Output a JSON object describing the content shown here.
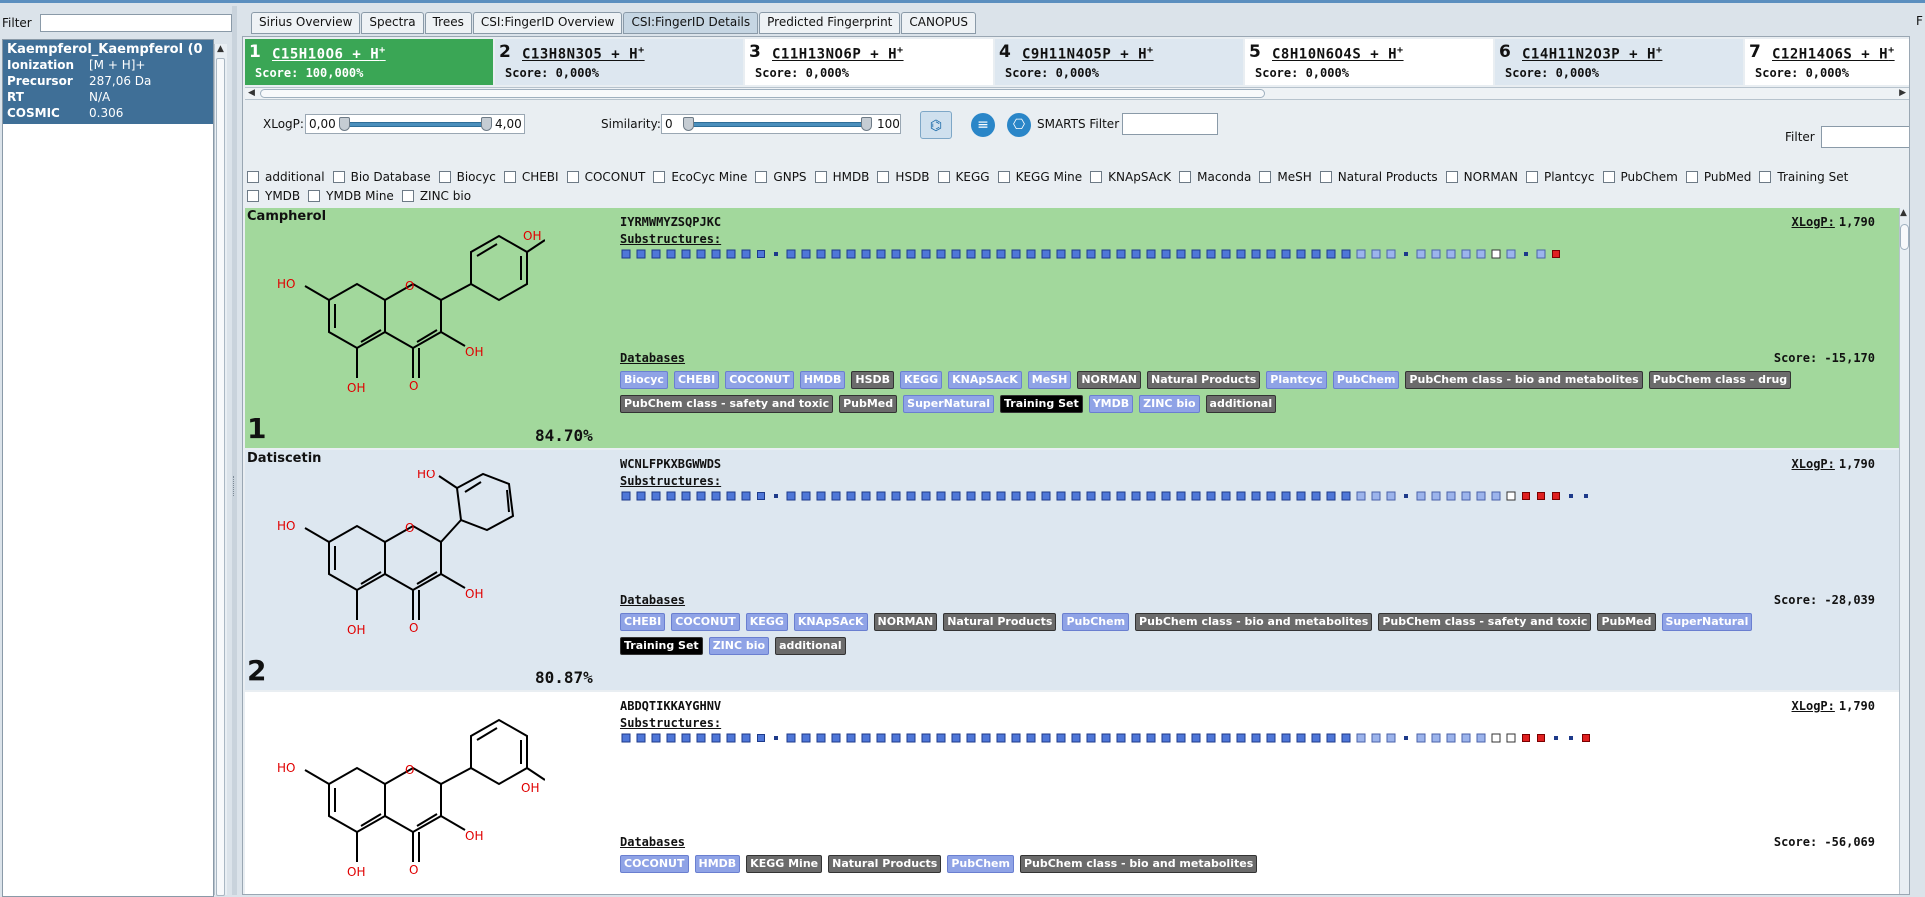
{
  "left": {
    "filter_label": "Filter",
    "filter_value": "",
    "experiment": {
      "title": "Kaempferol_Kaempferol (0",
      "rows": [
        {
          "k": "Ionization",
          "v": "[M + H]+"
        },
        {
          "k": "Precursor",
          "v": "287,06 Da"
        },
        {
          "k": "RT",
          "v": "N/A"
        },
        {
          "k": "COSMIC",
          "v": "0.306"
        }
      ]
    }
  },
  "tabs": [
    "Sirius Overview",
    "Spectra",
    "Trees",
    "CSI:FingerID Overview",
    "CSI:FingerID Details",
    "Predicted Fingerprint",
    "CANOPUS"
  ],
  "active_tab": 4,
  "right_cut": "F",
  "candidates_strip": [
    {
      "rank": "1",
      "formula": "C15H10O6 + H",
      "charge": "+",
      "score": "Score: 100,000%"
    },
    {
      "rank": "2",
      "formula": "C13H8N3O5 + H",
      "charge": "+",
      "score": "Score: 0,000%"
    },
    {
      "rank": "3",
      "formula": "C11H13NO6P + H",
      "charge": "+",
      "score": "Score: 0,000%"
    },
    {
      "rank": "4",
      "formula": "C9H11N4O5P + H",
      "charge": "+",
      "score": "Score: 0,000%"
    },
    {
      "rank": "5",
      "formula": "C8H10N6O4S + H",
      "charge": "+",
      "score": "Score: 0,000%"
    },
    {
      "rank": "6",
      "formula": "C14H11N2O3P + H",
      "charge": "+",
      "score": "Score: 0,000%"
    },
    {
      "rank": "7",
      "formula": "C12H14O6S + H",
      "charge": "+",
      "score": "Score: 0,000%"
    }
  ],
  "toolbar": {
    "xlogp_label": "XLogP:",
    "xlogp_min": "0,00",
    "xlogp_max": "4,00",
    "similarity_label": "Similarity:",
    "sim_min": "0",
    "sim_max": "100",
    "smarts_label": "SMARTS Filter",
    "smarts_value": "",
    "filter_label": "Filter",
    "filter_value": ""
  },
  "databases": [
    "additional",
    "Bio Database",
    "Biocyc",
    "CHEBI",
    "COCONUT",
    "EcoCyc Mine",
    "GNPS",
    "HMDB",
    "HSDB",
    "KEGG",
    "KEGG Mine",
    "KNApSAcK",
    "Maconda",
    "MeSH",
    "Natural Products",
    "NORMAN",
    "Plantcyc",
    "PubChem",
    "PubMed",
    "Training Set",
    "YMDB",
    "YMDB Mine",
    "ZINC bio"
  ],
  "results": [
    {
      "name": "Campherol",
      "rank": "1",
      "similarity": "84.70%",
      "inchikey": "IYRMWMYZSQPJKC",
      "substructures_label": "Substructures:",
      "databases_label": "Databases",
      "xlogp_label": "XLogP:",
      "xlogp": "1,790",
      "score": "Score: -15,170",
      "tags": [
        {
          "t": "Biocyc",
          "c": "b"
        },
        {
          "t": "CHEBI",
          "c": "b"
        },
        {
          "t": "COCONUT",
          "c": "b"
        },
        {
          "t": "HMDB",
          "c": "b"
        },
        {
          "t": "HSDB",
          "c": "g"
        },
        {
          "t": "KEGG",
          "c": "b"
        },
        {
          "t": "KNApSAcK",
          "c": "b"
        },
        {
          "t": "MeSH",
          "c": "b"
        },
        {
          "t": "NORMAN",
          "c": "g"
        },
        {
          "t": "Natural Products",
          "c": "g"
        },
        {
          "t": "Plantcyc",
          "c": "b"
        },
        {
          "t": "PubChem",
          "c": "b"
        },
        {
          "t": "PubChem class - bio and metabolites",
          "c": "g"
        },
        {
          "t": "PubChem class - drug",
          "c": "g"
        },
        {
          "t": "PubChem class - safety and toxic",
          "c": "g"
        },
        {
          "t": "PubMed",
          "c": "g"
        },
        {
          "t": "SuperNatural",
          "c": "b"
        },
        {
          "t": "Training Set",
          "c": "k"
        },
        {
          "t": "YMDB",
          "c": "b"
        },
        {
          "t": "ZINC bio",
          "c": "b"
        },
        {
          "t": "additional",
          "c": "g"
        }
      ]
    },
    {
      "name": "Datiscetin",
      "rank": "2",
      "similarity": "80.87%",
      "inchikey": "WCNLFPKXBGWWDS",
      "substructures_label": "Substructures:",
      "databases_label": "Databases",
      "xlogp_label": "XLogP:",
      "xlogp": "1,790",
      "score": "Score: -28,039",
      "tags": [
        {
          "t": "CHEBI",
          "c": "b"
        },
        {
          "t": "COCONUT",
          "c": "b"
        },
        {
          "t": "KEGG",
          "c": "b"
        },
        {
          "t": "KNApSAcK",
          "c": "b"
        },
        {
          "t": "NORMAN",
          "c": "g"
        },
        {
          "t": "Natural Products",
          "c": "g"
        },
        {
          "t": "PubChem",
          "c": "b"
        },
        {
          "t": "PubChem class - bio and metabolites",
          "c": "g"
        },
        {
          "t": "PubChem class - safety and toxic",
          "c": "g"
        },
        {
          "t": "PubMed",
          "c": "g"
        },
        {
          "t": "SuperNatural",
          "c": "b"
        },
        {
          "t": "Training Set",
          "c": "k"
        },
        {
          "t": "ZINC bio",
          "c": "b"
        },
        {
          "t": "additional",
          "c": "g"
        }
      ]
    },
    {
      "name": "",
      "rank": "",
      "similarity": "",
      "inchikey": "ABDQTIKKAYGHNV",
      "substructures_label": "Substructures:",
      "databases_label": "Databases",
      "xlogp_label": "XLogP:",
      "xlogp": "1,790",
      "score": "Score: -56,069",
      "tags": [
        {
          "t": "COCONUT",
          "c": "b"
        },
        {
          "t": "HMDB",
          "c": "b"
        },
        {
          "t": "KEGG Mine",
          "c": "g"
        },
        {
          "t": "Natural Products",
          "c": "g"
        },
        {
          "t": "PubChem",
          "c": "b"
        },
        {
          "t": "PubChem class - bio and metabolites",
          "c": "g"
        }
      ]
    }
  ],
  "colors": {
    "selected": "#3aa655",
    "row_green": "#a2d89c",
    "row_blue": "#dde7f0",
    "fp_blue": "#4f77d8",
    "fp_red": "#e02020"
  },
  "molecule_atoms": {
    "o": "O",
    "oh": "OH",
    "ho": "HO"
  }
}
